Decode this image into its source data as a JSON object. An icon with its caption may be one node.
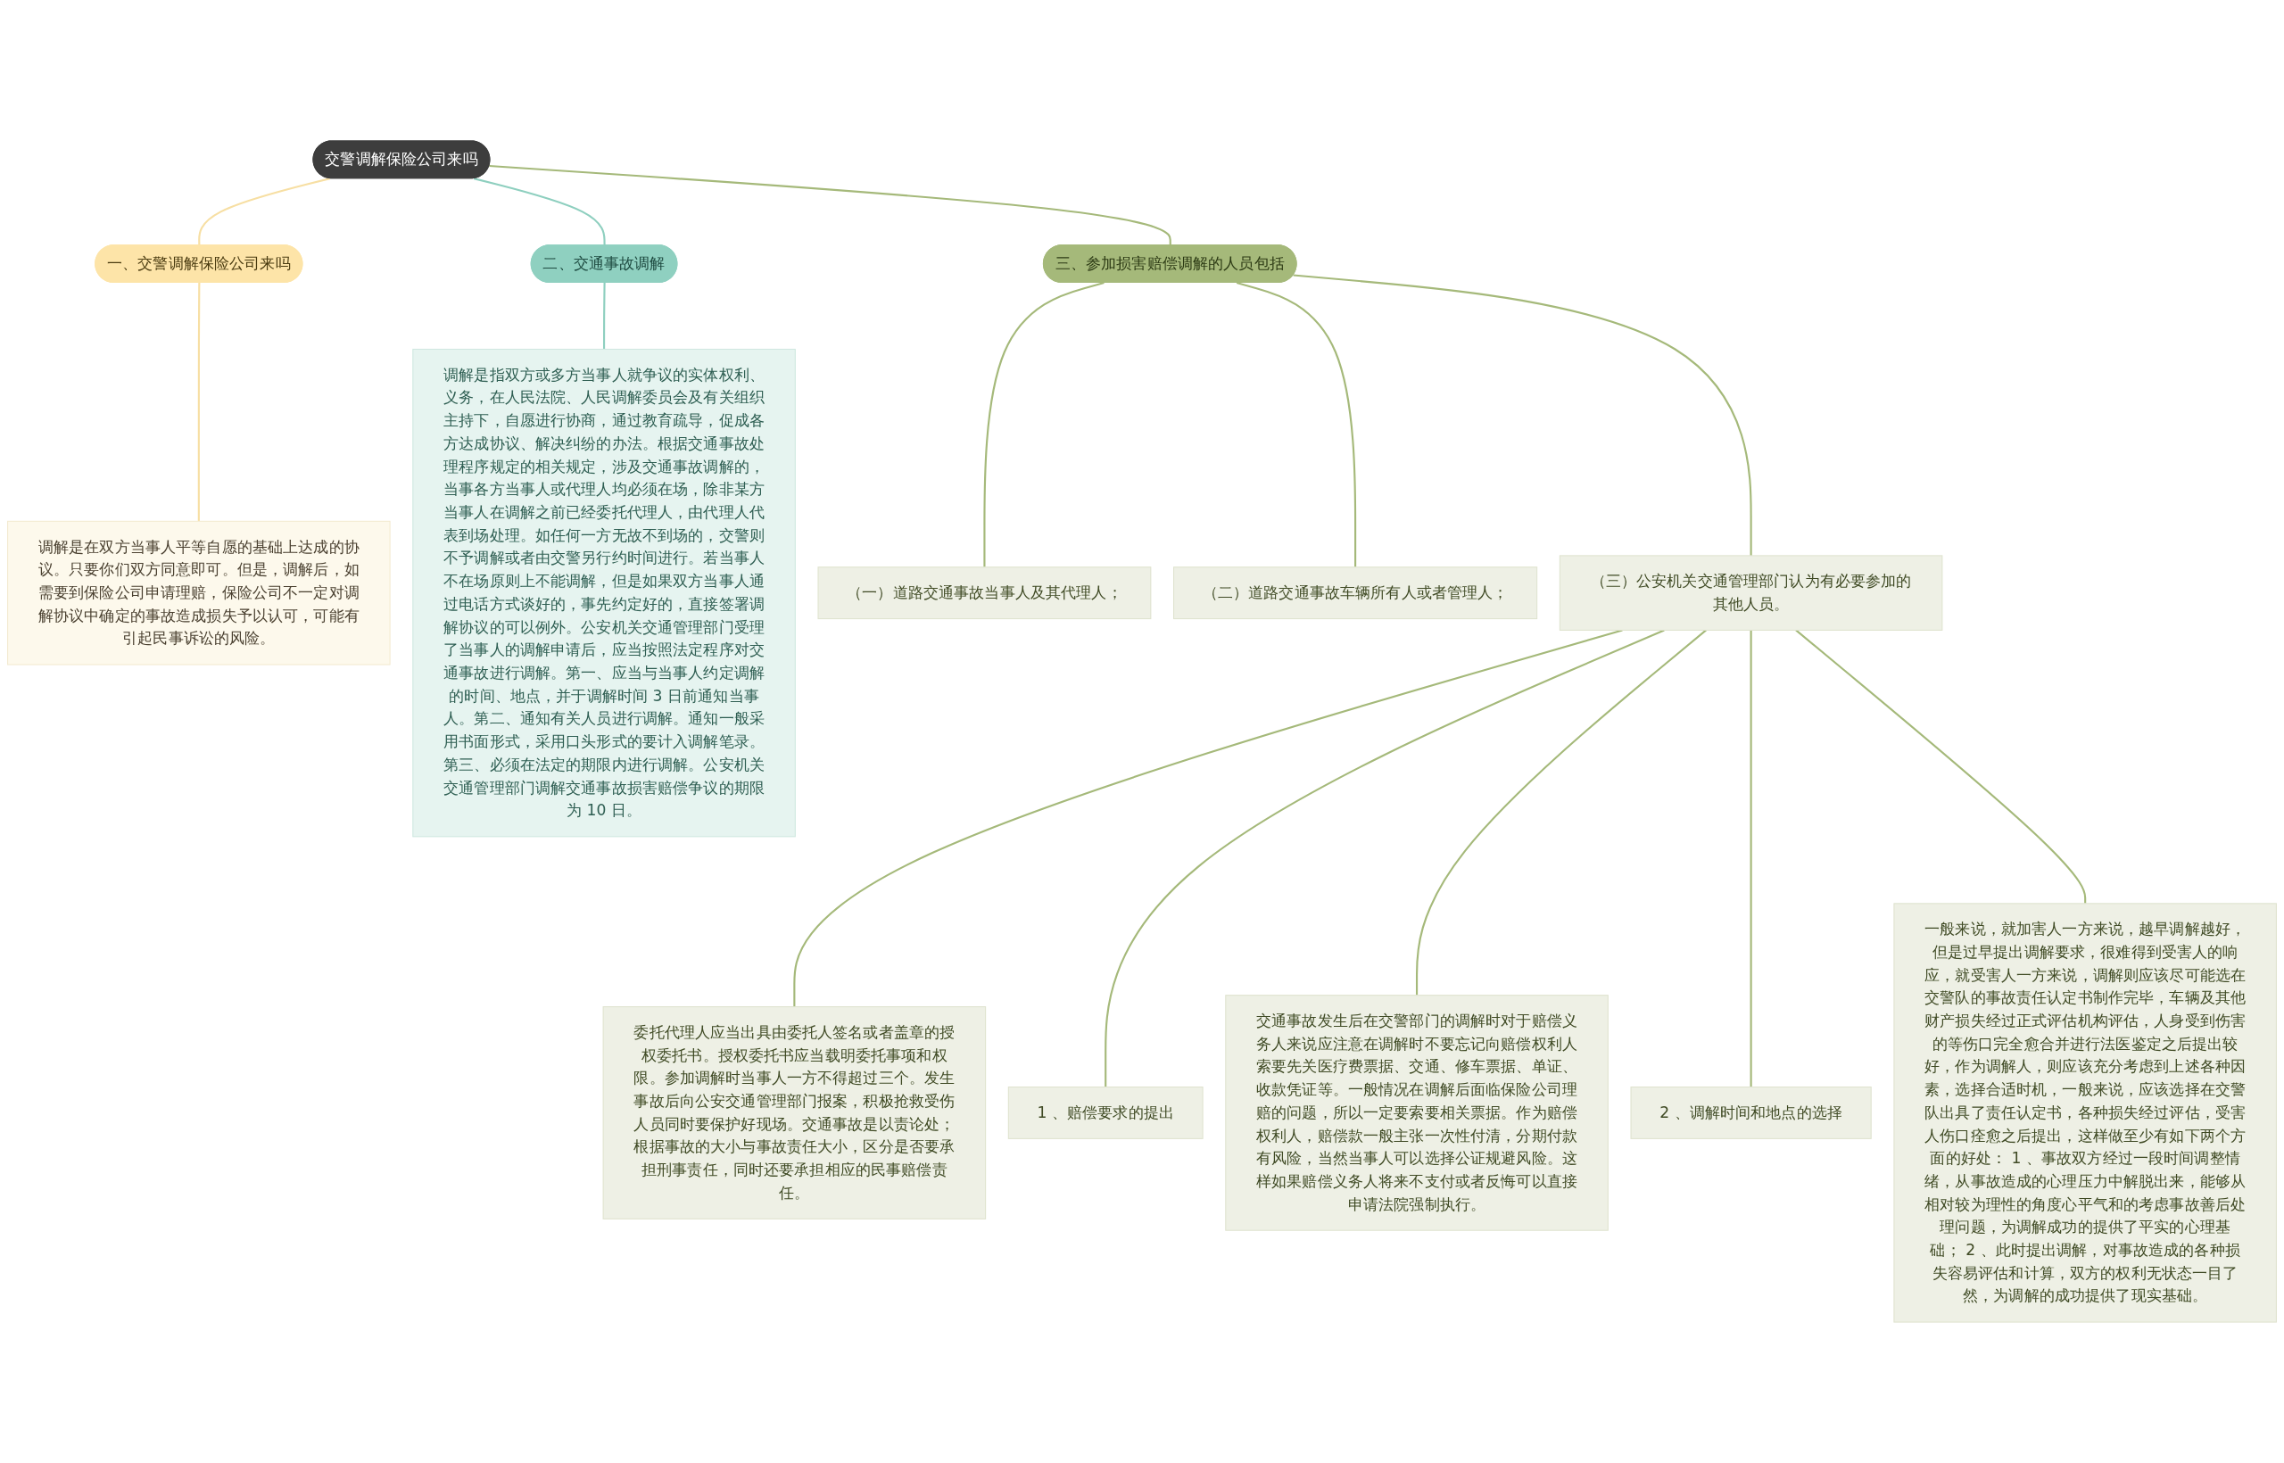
{
  "diagram": {
    "nodes": [
      {
        "text": [
          "交警调解保险公司来吗"
        ]
      },
      {
        "text": [
          "一、交警调解保险公司来吗"
        ]
      },
      {
        "text": [
          "调解是在双方当事人平等自愿的基础上达成的协议。只要你们双方同意即可。但是，调解后，如需要到保险公司申请理赔，保险公司不一定对调解协议中确定的事故造成损失予以认可，可能有引起民事诉讼的风险。"
        ]
      },
      {
        "text": [
          "二、交通事故调解"
        ]
      },
      {
        "text": [
          "调解是指双方或多方当事人就争议的实体权利、义务，在人民法院、人民调解委员会及有关组织主持下，自愿进行协商，通过教育疏导，促成各方达成协议、解决纠纷的办法。根据交通事故处理程序规定的相关规定，涉及交通事故调解的，当事各方当事人或代理人均必须在场，除非某方当事人在调解之前已经委托代理人，由代理人代表到场处理。如任何一方无故不到场的，交警则不予调解或者由交警另行约时间进行。若当事人不在场原则上不能调解，但是如果双方当事人通过电话方式谈好的，事先约定好的，直接签署调解协议的可以例外。公安机关交通管理部门受理了当事人的调解申请后，应当按照法定程序对交通事故进行调解。第一、应当与当事人约定调解的时间、地点，并于调解时间 3 日前通知当事人。第二、通知有关人员进行调解。通知一般采用书面形式，采用口头形式的要计入调解笔录。第三、必须在法定的期限内进行调解。公安机关交通管理部门调解交通事故损害赔偿争议的期限为 10 日。"
        ]
      },
      {
        "text": [
          "三、参加损害赔偿调解的人员包括"
        ]
      },
      {
        "text": [
          "（一）道路交通事故当事人及其代理人；"
        ]
      },
      {
        "text": [
          "（二）道路交通事故车辆所有人或者管理人；"
        ]
      },
      {
        "text": [
          "（三）公安机关交通管理部门认为有必要参加的其他人员。"
        ]
      },
      {
        "text": [
          "委托代理人应当出具由委托人签名或者盖章的授权委托书。授权委托书应当载明委托事项和权限。参加调解时当事人一方不得超过三个。发生事故后向公安交通管理部门报案，积极抢救受伤人员同时要保护好现场。交通事故是以责论处；根据事故的大小与事故责任大小，区分是否要承担刑事责任，同时还要承担相应的民事赔偿责任。"
        ]
      },
      {
        "text": [
          "1 、赔偿要求的提出"
        ]
      },
      {
        "text": [
          "交通事故发生后在交警部门的调解时对于赔偿义务人来说应注意在调解时不要忘记向赔偿权利人索要先关医疗费票据、交通、修车票据、单证、收款凭证等。一般情况在调解后面临保险公司理赔的问题，所以一定要索要相关票据。作为赔偿权利人，赔偿款一般主张一次性付清，分期付款有风险，当然当事人可以选择公证规避风险。这样如果赔偿义务人将来不支付或者反悔可以直接申请法院强制执行。"
        ]
      },
      {
        "text": [
          "2 、调解时间和地点的选择"
        ]
      },
      {
        "text": [
          "一般来说，就加害人一方来说，越早调解越好，但是过早提出调解要求，很难得到受害人的响应，就受害人一方来说，调解则应该尽可能选在交警队的事故责任认定书制作完毕，车辆及其他财产损失经过正式评估机构评估，人身受到伤害的等伤口完全愈合并进行法医鉴定之后提出较好，作为调解人，则应该充分考虑到上述各种因素，选择合适时机，一般来说，应该选择在交警队出具了责任认定书，各种损失经过评估，受害人伤口痊愈之后提出，这样做至少有如下两个方面的好处： 1 、事故双方经过一段时间调整情绪，从事故造成的心理压力中解脱出来，能够从相对较为理性的角度心平气和的考虑事故善后处理问题，为调解成功的提供了平实的心理基础； 2 、此时提出调解，对事故造成的各种损失容易评估和计算，双方的权利无状态一目了然，为调解的成功提供了现实基础。"
        ]
      }
    ],
    "edges": [
      {
        "from": 0,
        "to": 1,
        "arrow": "none",
        "color": "#f7dfa3"
      },
      {
        "from": 1,
        "to": 2,
        "arrow": "none",
        "color": "#f7dfa3"
      },
      {
        "from": 0,
        "to": 3,
        "arrow": "none",
        "color": "#8ecfbf"
      },
      {
        "from": 3,
        "to": 4,
        "arrow": "none",
        "color": "#8ecfbf"
      },
      {
        "from": 0,
        "to": 5,
        "arrow": "none"
      },
      {
        "from": 5,
        "to": 6,
        "arrow": "none"
      },
      {
        "from": 5,
        "to": 7,
        "arrow": "none"
      },
      {
        "from": 5,
        "to": 8,
        "arrow": "none"
      },
      {
        "from": 8,
        "to": 9,
        "arrow": "none"
      },
      {
        "from": 8,
        "to": 10,
        "arrow": "none"
      },
      {
        "from": 8,
        "to": 11,
        "arrow": "none"
      },
      {
        "from": 8,
        "to": 12,
        "arrow": "none"
      },
      {
        "from": 8,
        "to": 13,
        "arrow": "none"
      }
    ]
  }
}
